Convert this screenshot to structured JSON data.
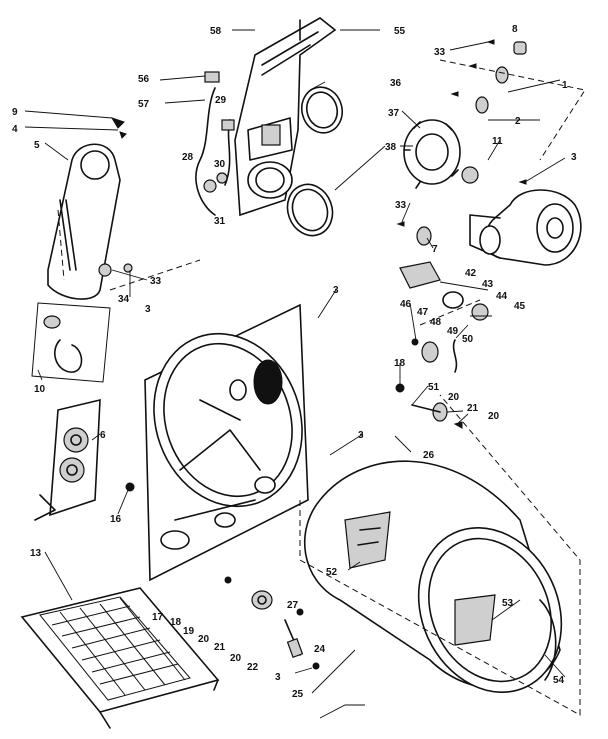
{
  "colors": {
    "ink": "#111111",
    "paper": "#ffffff",
    "shade": "#cfcfcf"
  },
  "callouts": {
    "c58": "58",
    "c55": "55",
    "c8": "8",
    "c33a": "33",
    "c1": "1",
    "c56": "56",
    "c57": "57",
    "c29": "29",
    "c36": "36",
    "c2": "2",
    "c9": "9",
    "c4": "4",
    "c5": "5",
    "c37": "37",
    "c11": "11",
    "c28": "28",
    "c30": "30",
    "c38": "38",
    "c3a": "3",
    "c31": "31",
    "c33b": "33",
    "c7": "7",
    "c33c": "33",
    "c34": "34",
    "c3b": "3",
    "c42": "42",
    "c43": "43",
    "c44": "44",
    "c45": "45",
    "c3c": "3",
    "c46": "46",
    "c47": "47",
    "c48": "48",
    "c49": "49",
    "c50": "50",
    "c10": "10",
    "c18a": "18",
    "c51": "51",
    "c6": "6",
    "c20a": "20",
    "c21a": "21",
    "c20b": "20",
    "c3d": "3",
    "c26": "26",
    "c16": "16",
    "c52": "52",
    "c13": "13",
    "c17": "17",
    "c18b": "18",
    "c19": "19",
    "c20c": "20",
    "c21b": "21",
    "c20d": "20",
    "c22": "22",
    "c27": "27",
    "c24": "24",
    "c53": "53",
    "c3e": "3",
    "c25": "25",
    "c54": "54"
  }
}
